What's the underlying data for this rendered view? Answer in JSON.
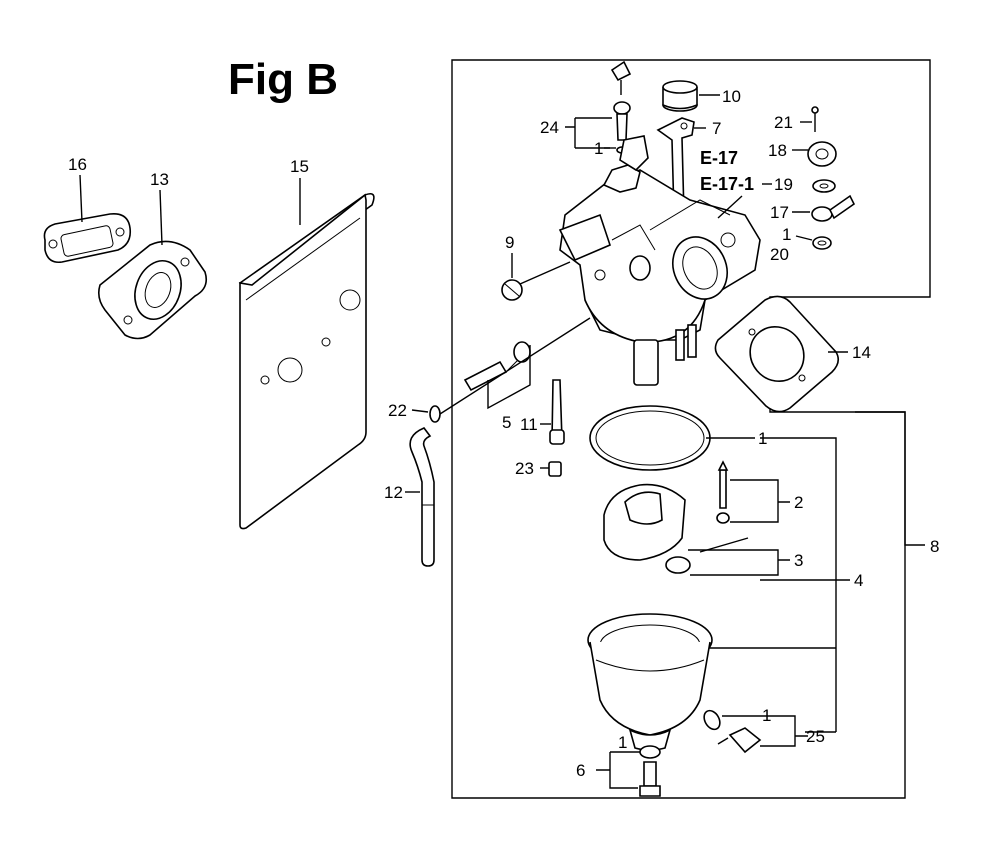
{
  "figure": {
    "title": "Fig B"
  },
  "refs": {
    "e17": "E-17",
    "e171": "E-17-1"
  },
  "labels": {
    "p1a": "1",
    "p1b": "1",
    "p1c": "1",
    "p1d": "1",
    "p1e": "1",
    "p2": "2",
    "p3": "3",
    "p4": "4",
    "p5": "5",
    "p6": "6",
    "p7": "7",
    "p8": "8",
    "p9": "9",
    "p10": "10",
    "p11": "11",
    "p12": "12",
    "p13": "13",
    "p14": "14",
    "p15": "15",
    "p16": "16",
    "p17": "17",
    "p18": "18",
    "p19": "19",
    "p20": "20",
    "p21": "21",
    "p22": "22",
    "p23": "23",
    "p24": "24",
    "p25": "25"
  }
}
